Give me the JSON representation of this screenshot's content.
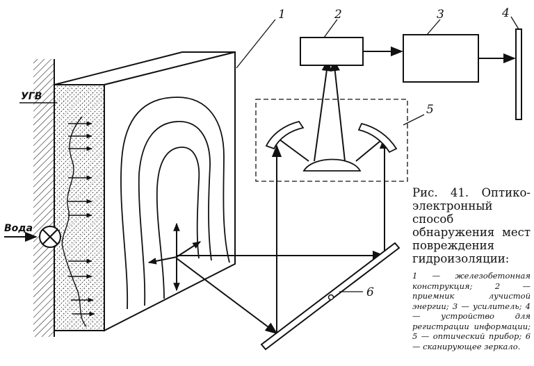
{
  "labels": {
    "n1": "1",
    "n2": "2",
    "n3": "3",
    "n4": "4",
    "n5": "5",
    "n6": "6",
    "ugv": "УГВ",
    "water": "Вода"
  },
  "caption": {
    "title": "Рис. 41. Оптико-электронный способ обнаружения мест повреждения гидроизоляции:",
    "legend": [
      "1 — железобетонная конструкция;",
      "2 — приемник лучистой энергии;",
      "3 — усилитель;",
      "4 — устройство для регистрации информации;",
      "5 — оптический прибор;",
      "6 — сканирующее зеркало."
    ]
  }
}
